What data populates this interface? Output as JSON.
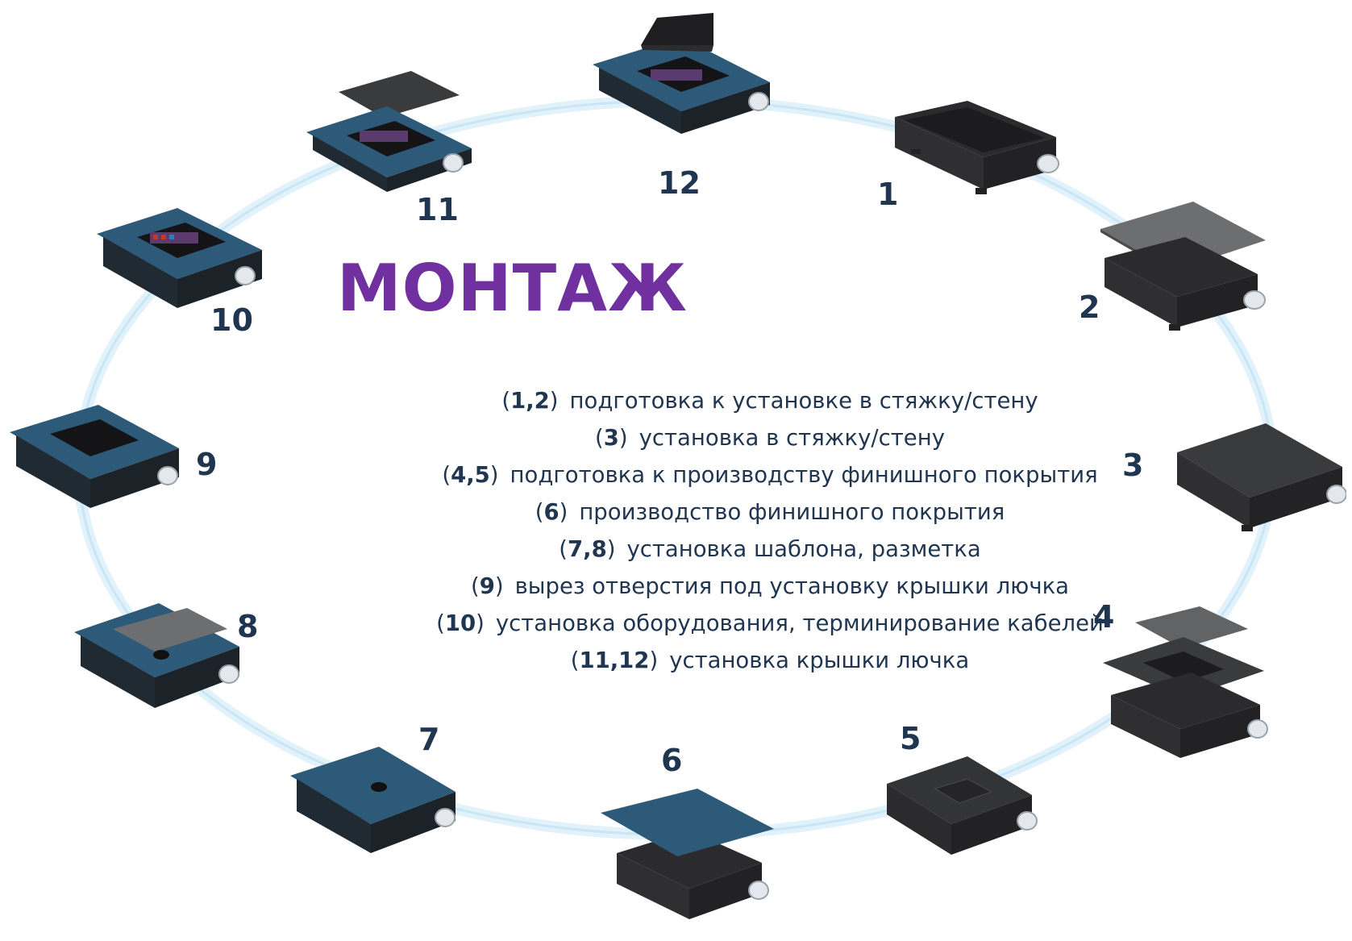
{
  "title": "МОНТАЖ",
  "colors": {
    "title": "#7030a0",
    "text": "#1f3550",
    "ring": "#d6ecf8",
    "metal": "#2b2b2d",
    "carpet": "#2e5a7a",
    "gland": "#e4e8ec"
  },
  "stages": [
    "1",
    "2",
    "3",
    "4",
    "5",
    "6",
    "7",
    "8",
    "9",
    "10",
    "11",
    "12"
  ],
  "steps": [
    {
      "open": "(",
      "nums": "1,2",
      "close": ")",
      "text": "подготовка к установке в стяжку/стену"
    },
    {
      "open": "(",
      "nums": "3",
      "close": ")",
      "text": "установка в стяжку/стену"
    },
    {
      "open": "(",
      "nums": "4,5",
      "close": ")",
      "text": "подготовка к производству финишного покрытия"
    },
    {
      "open": "(",
      "nums": "6",
      "close": ")",
      "text": "производство финишного покрытия"
    },
    {
      "open": "(",
      "nums": "7,8",
      "close": ")",
      "text": "установка шаблона, разметка"
    },
    {
      "open": "(",
      "nums": "9",
      "close": ")",
      "text": "вырез отверстия под установку крышки лючка"
    },
    {
      "open": "(",
      "nums": "10",
      "close": ")",
      "text": "установка оборудования, терминирование кабелей"
    },
    {
      "open": "(",
      "nums": "11,12",
      "close": ")",
      "text": "установка крышки лючка"
    }
  ],
  "devices": [
    {
      "stage": "1",
      "label": "open-box"
    },
    {
      "stage": "2",
      "label": "box-with-lid"
    },
    {
      "stage": "3",
      "label": "closed-box"
    },
    {
      "stage": "4",
      "label": "exploded-frame-box"
    },
    {
      "stage": "5",
      "label": "box-with-template"
    },
    {
      "stage": "6",
      "label": "box-with-carpet"
    },
    {
      "stage": "7",
      "label": "carpet-with-marker"
    },
    {
      "stage": "8",
      "label": "carpet-with-template"
    },
    {
      "stage": "9",
      "label": "carpet-with-cutout"
    },
    {
      "stage": "10",
      "label": "carpet-with-equipment"
    },
    {
      "stage": "11",
      "label": "carpet-lid-open"
    },
    {
      "stage": "12",
      "label": "carpet-lid-raised"
    }
  ]
}
